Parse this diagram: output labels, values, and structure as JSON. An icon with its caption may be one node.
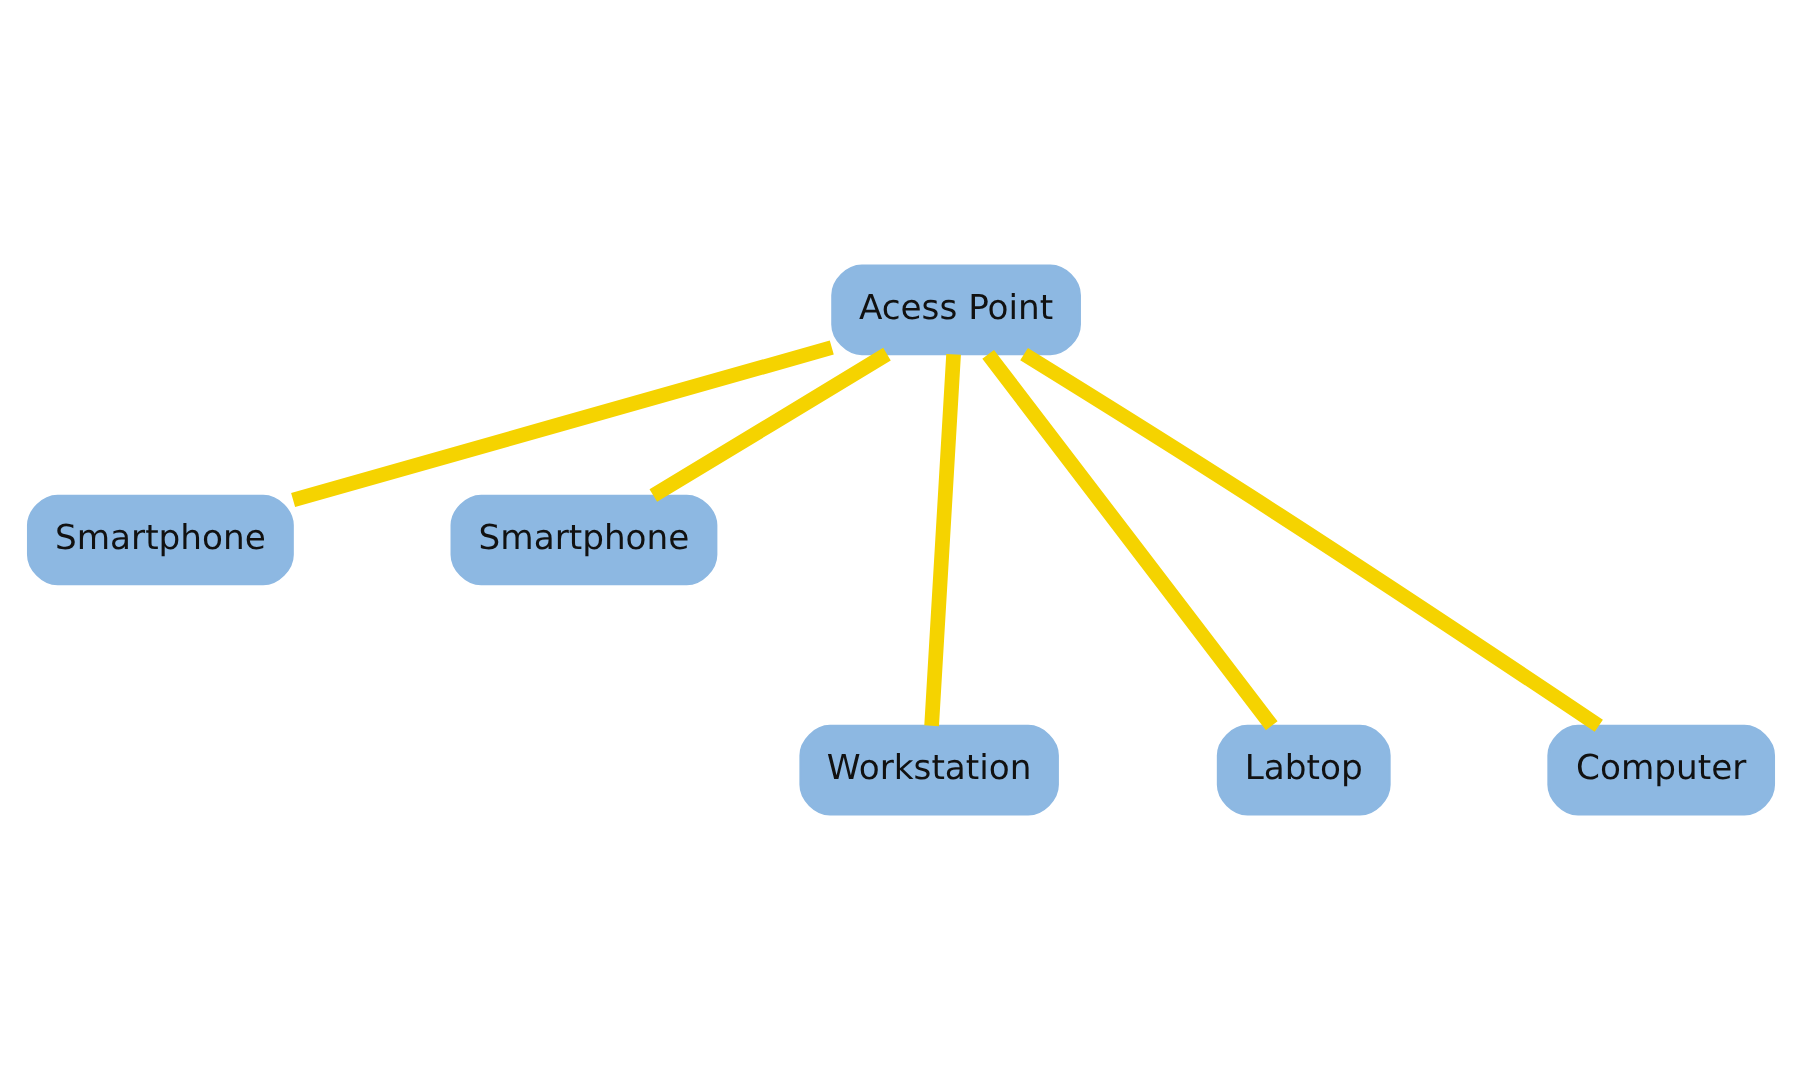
{
  "diagram": {
    "nodes": [
      {
        "text": [
          "Acess Point"
        ]
      },
      {
        "text": [
          "Smartphone"
        ]
      },
      {
        "text": [
          "Smartphone"
        ]
      },
      {
        "text": [
          "Workstation"
        ]
      },
      {
        "text": [
          "Labtop"
        ]
      },
      {
        "text": [
          "Computer"
        ]
      }
    ],
    "edges": [
      {
        "from": 0,
        "to": 1,
        "arrow": "none"
      },
      {
        "from": 0,
        "to": 3,
        "arrow": "none"
      },
      {
        "from": 0,
        "to": 4,
        "arrow": "none"
      },
      {
        "from": 0,
        "to": 5,
        "arrow": "none"
      },
      {
        "from": 0,
        "to": 2,
        "arrow": "none"
      }
    ]
  }
}
